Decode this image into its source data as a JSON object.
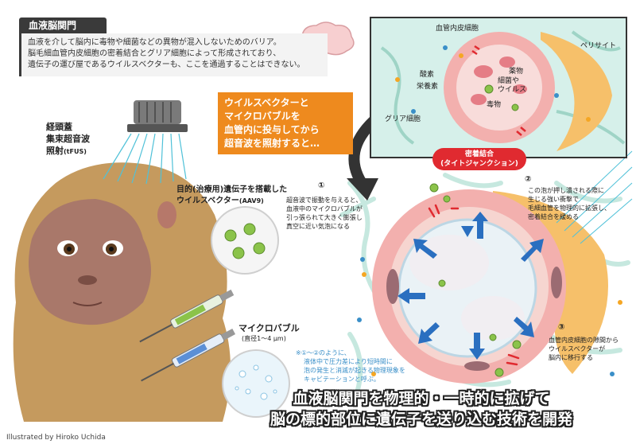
{
  "intro": {
    "tab_title": "血液脳関門",
    "lines": [
      "血液を介して脳内に毒物や細菌などの異物が混入しないためのバリア。",
      "脳毛細血管内皮細胞の密着結合とグリア細胞によって形成されており、",
      "遺伝子の運び屋であるウイルスベクターも、ここを通過することはできない。"
    ]
  },
  "fus_label": [
    "経頭蓋",
    "集束超音波",
    "照射"
  ],
  "fus_abbr": "(tFUS)",
  "vector_label": [
    "目的(治療用)遺伝子を搭載した",
    "ウイルスベクター"
  ],
  "vector_abbr": "(AAV9)",
  "microbubble_label": "マイクロバブル",
  "microbubble_size": "(直径1〜4 μm)",
  "orange_box": [
    "ウイルスベクターと",
    "マイクロバブルを",
    "血管内に投与してから",
    "超音波を照射すると…"
  ],
  "inset": {
    "endothelial": "血管内皮細胞",
    "pericyte": "ペリサイト",
    "oxygen": "酸素",
    "nutrient": "栄養素",
    "drug": "薬物",
    "bacteria": [
      "細菌や",
      "ウイルス"
    ],
    "toxin": "毒物",
    "glia": "グリア細胞",
    "tight_junction": [
      "密着結合",
      "(タイトジャンクション)"
    ]
  },
  "steps": {
    "s1_num": "①",
    "s1": [
      "超音波で振動を与えると、",
      "血液中のマイクロバブルが",
      "引っ張られて大きく膨張し",
      "真空に近い気泡になる"
    ],
    "s2_num": "②",
    "s2": [
      "この泡が押し潰される際に",
      "生じる強い衝撃で",
      "毛細血管を物理的に拡張し、",
      "密着結合を緩める"
    ],
    "s3_num": "③",
    "s3": [
      "血管内皮細胞の隙間から",
      "ウイルスベクターが",
      "脳内に移行する"
    ]
  },
  "cavitation_note": [
    "※①〜②のように、",
    "液体中で圧力差により短時間に",
    "泡の発生と消滅が起きる物理現象を",
    "キャビテーションと呼ぶ。"
  ],
  "headline": [
    "血液脳関門を物理的・一時的に拡げて",
    "脳の標的部位に遺伝子を送り込む技術を開発"
  ],
  "credit": "Illustrated by Hiroko Uchida",
  "colors": {
    "orange": "#ee8a1e",
    "red_badge": "#e02a30",
    "vessel_pink": "#f3b0ae",
    "pericyte_orange": "#f6c06a",
    "glia_teal": "#bde3da",
    "arrow_blue": "#2a6fc0"
  }
}
